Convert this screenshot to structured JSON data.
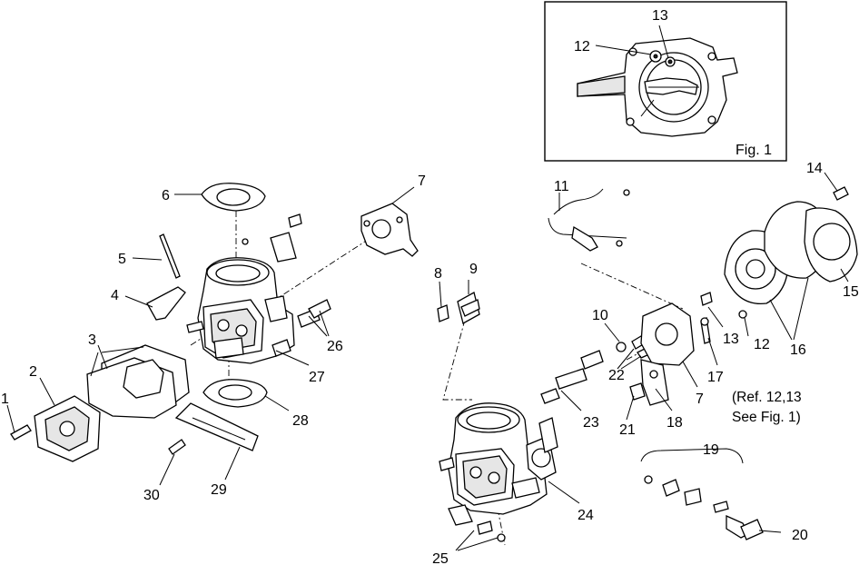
{
  "callouts": [
    "1",
    "2",
    "3",
    "4",
    "5",
    "6",
    "7",
    "7",
    "8",
    "9",
    "10",
    "11",
    "12",
    "12",
    "13",
    "13",
    "14",
    "15",
    "16",
    "17",
    "18",
    "19",
    "20",
    "21",
    "22",
    "23",
    "24",
    "25",
    "26",
    "27",
    "28",
    "29",
    "30"
  ],
  "inset": {
    "label": "Fig. 1",
    "callouts": [
      "12",
      "13"
    ]
  },
  "note": {
    "line1": "(Ref. 12,13",
    "line2": "See Fig. 1)"
  }
}
